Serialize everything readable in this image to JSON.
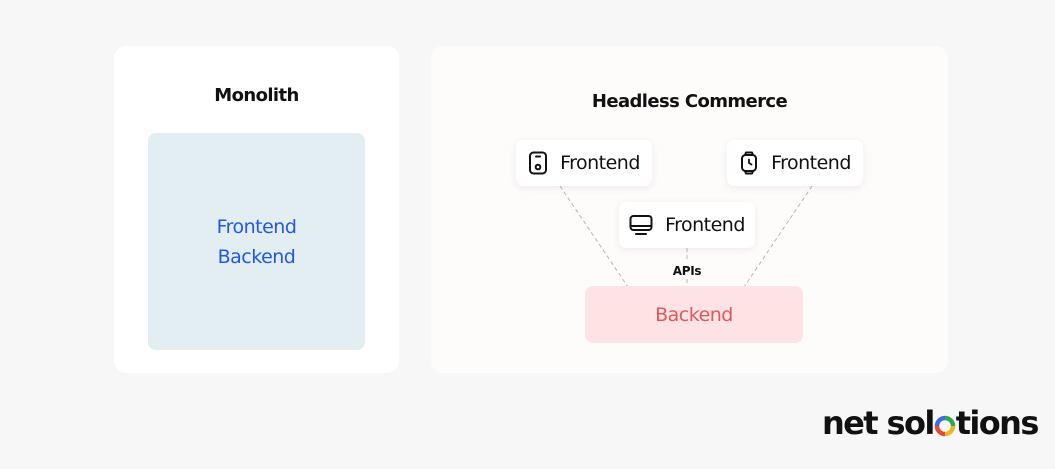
{
  "monolith": {
    "title": "Monolith",
    "box_lines": [
      "Frontend",
      "Backend"
    ]
  },
  "headless": {
    "title": "Headless Commerce",
    "frontends": [
      {
        "label": "Frontend",
        "icon": "mobile-phone-icon"
      },
      {
        "label": "Frontend",
        "icon": "smartwatch-icon"
      },
      {
        "label": "Frontend",
        "icon": "desktop-monitor-icon"
      }
    ],
    "apis_label": "APIs",
    "backend_label": "Backend"
  },
  "logo": {
    "text_before": "net sol",
    "text_after": "tions"
  },
  "colors": {
    "monolith_text": "#2457e6",
    "backend_text": "#e0585e",
    "backend_fill": "#fde3e3",
    "monolith_fill": "#e2eef2",
    "connector": "#b5b5b5"
  }
}
